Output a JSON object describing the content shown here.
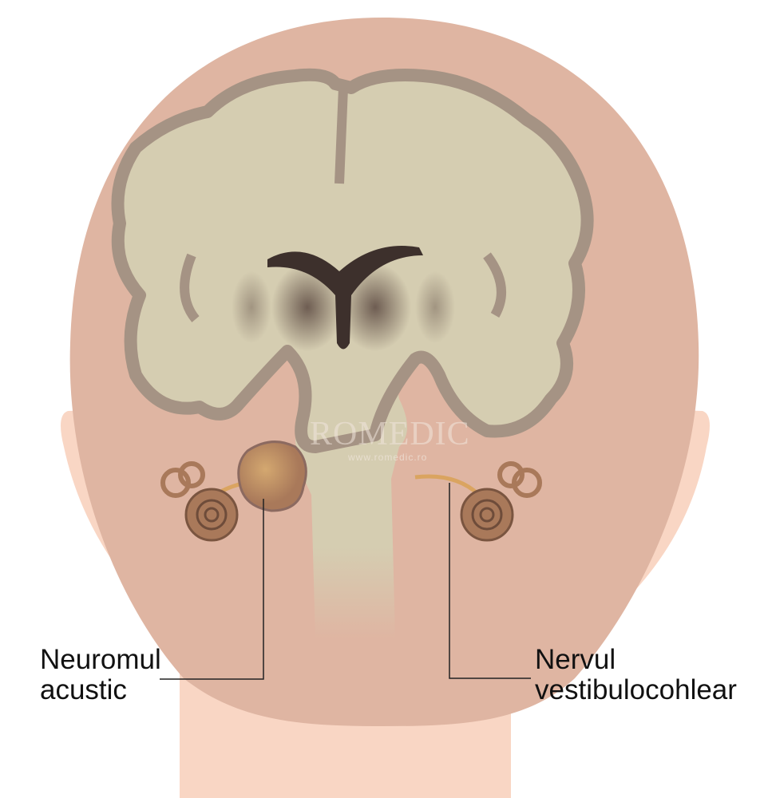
{
  "labels": {
    "left": {
      "line1": "Neuromul",
      "line2": "acustic"
    },
    "right": {
      "line1": "Nervul",
      "line2": "vestibulocohlear"
    }
  },
  "watermark": {
    "brand": "ROMEDIC",
    "url": "www.romedic.ro"
  },
  "colors": {
    "head": "#dfb5a2",
    "skin": "#f9d6c4",
    "brain": "#d5cdb1",
    "cortex": "#a59384",
    "ventricle": "#3d302c",
    "tumor": "#c4955e",
    "nerve": "#d8a050"
  }
}
